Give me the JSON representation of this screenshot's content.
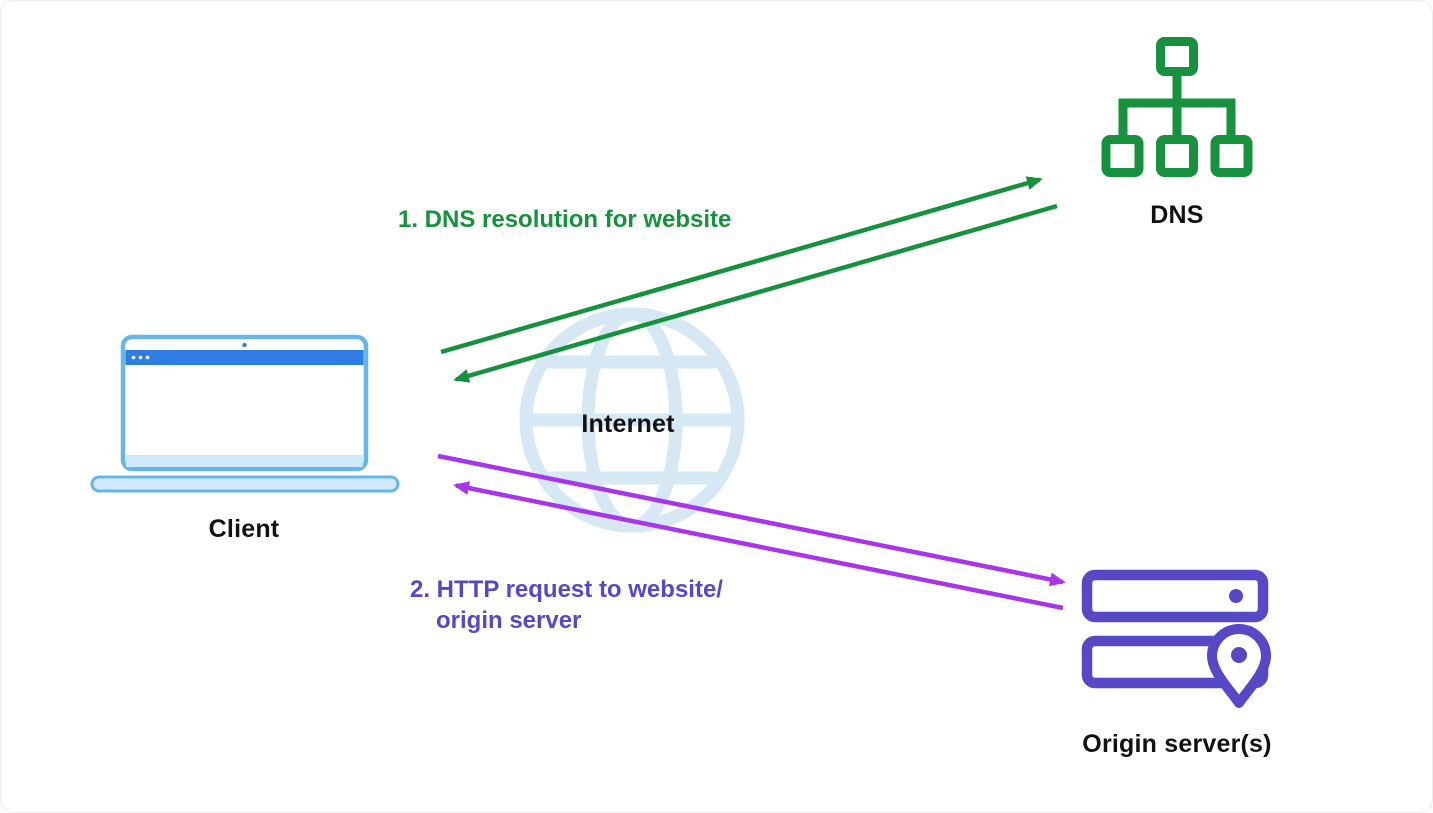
{
  "colors": {
    "green": "#16913d",
    "purple": "#a636e8",
    "indigo": "#5749c5",
    "globe": "#d6e8f4",
    "laptop_border": "#66b6e8",
    "laptop_fill": "#cfe9fa",
    "titlebar": "#2d7de2",
    "label": "#121212",
    "background": "#ffffff"
  },
  "nodes": {
    "client": {
      "label": "Client"
    },
    "internet": {
      "label": "Internet"
    },
    "dns": {
      "label": "DNS"
    },
    "origin": {
      "label": "Origin server(s)"
    }
  },
  "flows": {
    "dns_resolution": {
      "label": "1. DNS resolution for website"
    },
    "http_request": {
      "label_line1": "2. HTTP request to website/",
      "label_line2": "origin server"
    }
  }
}
